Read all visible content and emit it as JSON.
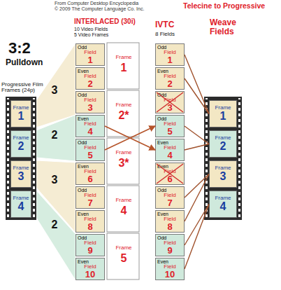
{
  "diagram": {
    "title": "Telecine to Progressive",
    "nodes": [
      {
        "text": [
          "Frame",
          "1"
        ]
      },
      {
        "text": [
          "Frame",
          "2"
        ]
      },
      {
        "text": [
          "Frame",
          "3"
        ]
      },
      {
        "text": [
          "Frame",
          "4"
        ]
      },
      {
        "text": [
          "Odd",
          "Field",
          "1"
        ]
      },
      {
        "text": [
          "Even",
          "Field",
          "2"
        ]
      },
      {
        "text": [
          "Odd",
          "Field",
          "3"
        ]
      },
      {
        "text": [
          "Even",
          "Field",
          "4"
        ]
      },
      {
        "text": [
          "Odd",
          "Field",
          "5"
        ]
      },
      {
        "text": [
          "Even",
          "Field",
          "6"
        ]
      },
      {
        "text": [
          "Odd",
          "Field",
          "7"
        ]
      },
      {
        "text": [
          "Even",
          "Field",
          "8"
        ]
      },
      {
        "text": [
          "Odd",
          "Field",
          "9"
        ]
      },
      {
        "text": [
          "Even",
          "Field",
          "10"
        ]
      },
      {
        "text": [
          "Odd",
          "Field",
          "1"
        ]
      },
      {
        "text": [
          "Even",
          "Field",
          "2"
        ]
      },
      {
        "text": [
          "Odd",
          "Field",
          "3"
        ]
      },
      {
        "text": [
          "Odd",
          "Field",
          "5"
        ]
      },
      {
        "text": [
          "Even",
          "Field",
          "4"
        ]
      },
      {
        "text": [
          "Even",
          "Field",
          "6"
        ]
      },
      {
        "text": [
          "Odd",
          "Field",
          "7"
        ]
      },
      {
        "text": [
          "Even",
          "Field",
          "8"
        ]
      },
      {
        "text": [
          "Odd",
          "Field",
          "9"
        ]
      },
      {
        "text": [
          "Even",
          "Field",
          "10"
        ]
      },
      {
        "text": [
          "Frame",
          "1"
        ]
      },
      {
        "text": [
          "Frame",
          "2"
        ]
      },
      {
        "text": [
          "Frame",
          "3"
        ]
      },
      {
        "text": [
          "Frame",
          "4"
        ]
      }
    ],
    "edges": [
      {
        "from": 7,
        "to": 18,
        "arrow": "to"
      },
      {
        "from": 8,
        "to": 17,
        "arrow": "to"
      },
      {
        "from": 14,
        "to": 24,
        "arrow": "none"
      },
      {
        "from": 15,
        "to": 24,
        "arrow": "none"
      },
      {
        "from": 17,
        "to": 25,
        "arrow": "none"
      },
      {
        "from": 18,
        "to": 25,
        "arrow": "none"
      },
      {
        "from": 20,
        "to": 26,
        "arrow": "none"
      },
      {
        "from": 21,
        "to": 26,
        "arrow": "none"
      },
      {
        "from": 22,
        "to": 27,
        "arrow": "none"
      },
      {
        "from": 23,
        "to": 27,
        "arrow": "none"
      }
    ],
    "labels": [
      "From Computer Desktop Encyclopedia",
      "© 2009 The Computer Language Co. Inc.",
      "3:2",
      "Pulldown",
      "Progressive Film Frames (24p)",
      "INTERLACED (30i)",
      "10 Video Fields",
      "5 Video Frames",
      "3",
      "2",
      "3",
      "2",
      "Frame",
      "1",
      "Frame",
      "2*",
      "Frame",
      "3*",
      "Frame",
      "4",
      "Frame",
      "5",
      "IVTC",
      "8 Fields",
      "Weave Fields"
    ]
  }
}
